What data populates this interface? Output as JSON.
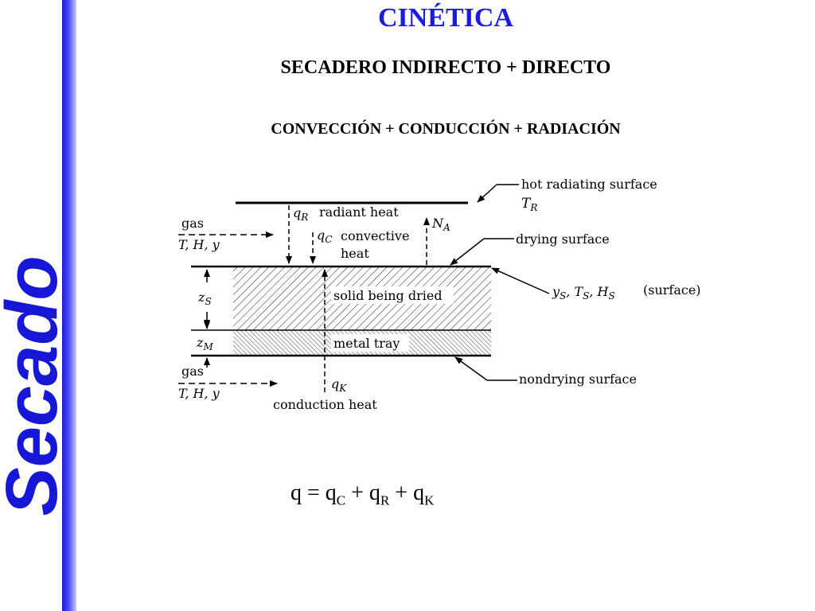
{
  "sidebar": {
    "word": "Secado",
    "stripe_color": "#1a1ad0",
    "word_color": "#1717d8"
  },
  "header": {
    "title": "CINÉTICA",
    "subtitle": "SECADERO INDIRECTO + DIRECTO",
    "subtitle2": "CONVECCIÓN + CONDUCCIÓN + RADIACIÓN",
    "title_color": "#1a1ae0"
  },
  "diagram": {
    "labels": {
      "hot_surface": "hot radiating surface",
      "t_r": "T",
      "t_r_sub": "R",
      "q_r": "q",
      "q_r_sub": "R",
      "radiant_heat": "radiant heat",
      "n_a": "N",
      "n_a_sub": "A",
      "gas_top": "gas",
      "gas_top_vars": "T, H, y",
      "q_c": "q",
      "q_c_sub": "C",
      "convective": "convective",
      "heat": "heat",
      "drying_surface": "drying surface",
      "z_s": "z",
      "z_s_sub": "S",
      "solid": "solid being dried",
      "surface_props": "y",
      "surface_y_sub": "S",
      "surface_t": "T",
      "surface_t_sub": "S",
      "surface_h": "H",
      "surface_h_sub": "S",
      "surface_note": "(surface)",
      "z_m": "z",
      "z_m_sub": "M",
      "metal_tray": "metal tray",
      "gas_bottom": "gas",
      "gas_bottom_vars": "T, H, y",
      "q_k": "q",
      "q_k_sub": "K",
      "conduction_heat": "conduction heat",
      "nondrying_surface": "nondrying surface"
    }
  },
  "formula": {
    "q": "q",
    "eq": " = q",
    "c": "C",
    "plus1": " + q",
    "r": "R",
    "plus2": " + q",
    "k": "K"
  }
}
